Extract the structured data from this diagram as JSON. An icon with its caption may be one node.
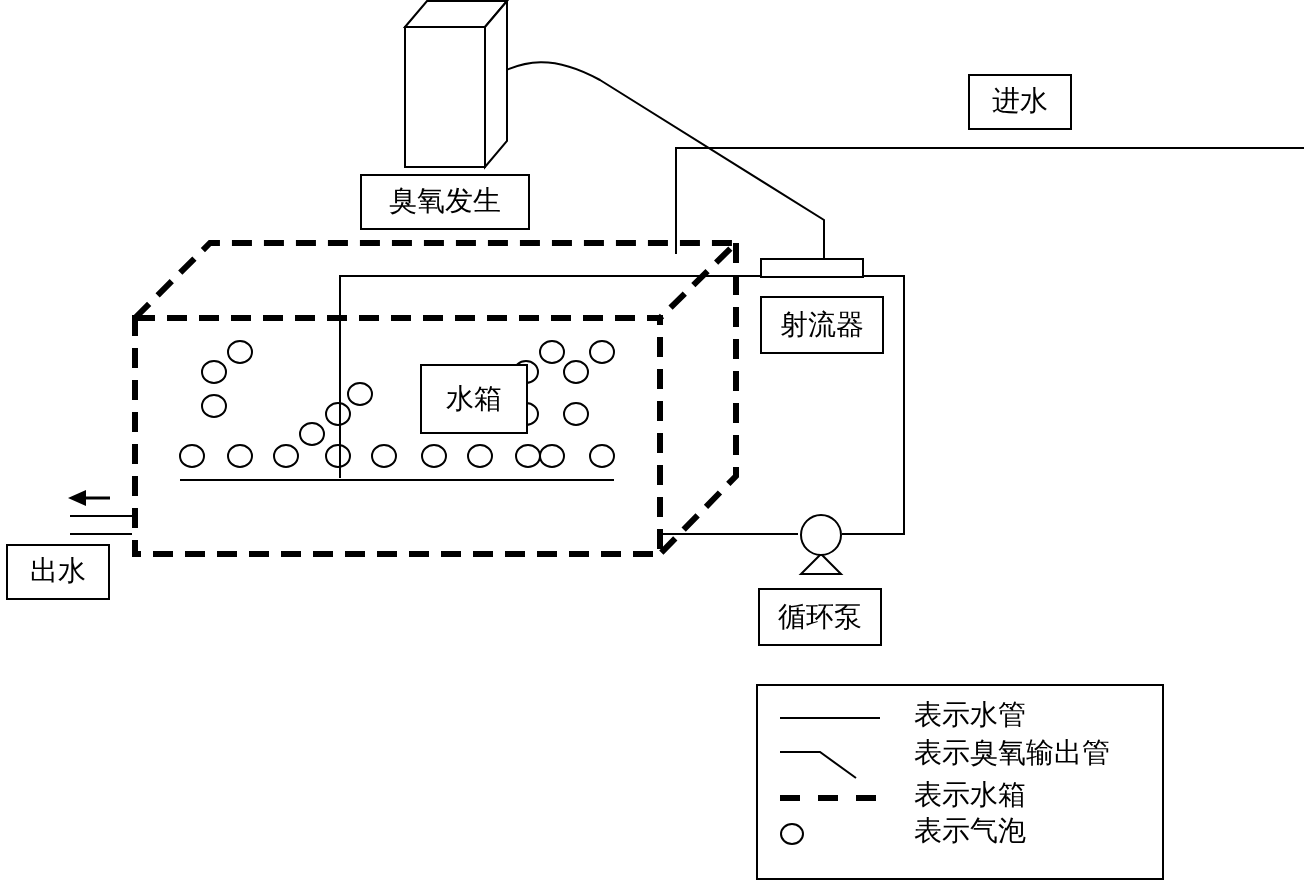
{
  "diagram": {
    "nodes": [
      {
        "text": [],
        "shape": "box"
      },
      {
        "text": [
          "臭氧发生"
        ]
      },
      {
        "text": [
          "进水"
        ]
      },
      {
        "text": [
          "射流器"
        ]
      },
      {
        "text": [],
        "shape": "box"
      },
      {
        "text": [
          "水箱"
        ],
        "in": 4
      },
      {
        "text": [],
        "shape": "circle"
      },
      {
        "text": [
          "循环泵"
        ]
      },
      {
        "text": [
          "出水"
        ]
      },
      {
        "text": [],
        "shape": "bar",
        "in": 4
      }
    ],
    "edges": [
      {
        "from": 0,
        "to": 3,
        "arrow": "none"
      },
      {
        "from": null,
        "to": 4,
        "arrow": "none"
      },
      {
        "from": 3,
        "to": 9,
        "arrow": "none"
      },
      {
        "from": 4,
        "to": 6,
        "arrow": "none"
      },
      {
        "from": 6,
        "to": 3,
        "arrow": "none"
      },
      {
        "from": 4,
        "to": null,
        "arrow": "none"
      }
    ],
    "legend": [
      {
        "text": "表示水管"
      },
      {
        "text": "表示臭氧输出管"
      },
      {
        "text": "表示水箱"
      },
      {
        "text": "表示气泡"
      }
    ]
  }
}
